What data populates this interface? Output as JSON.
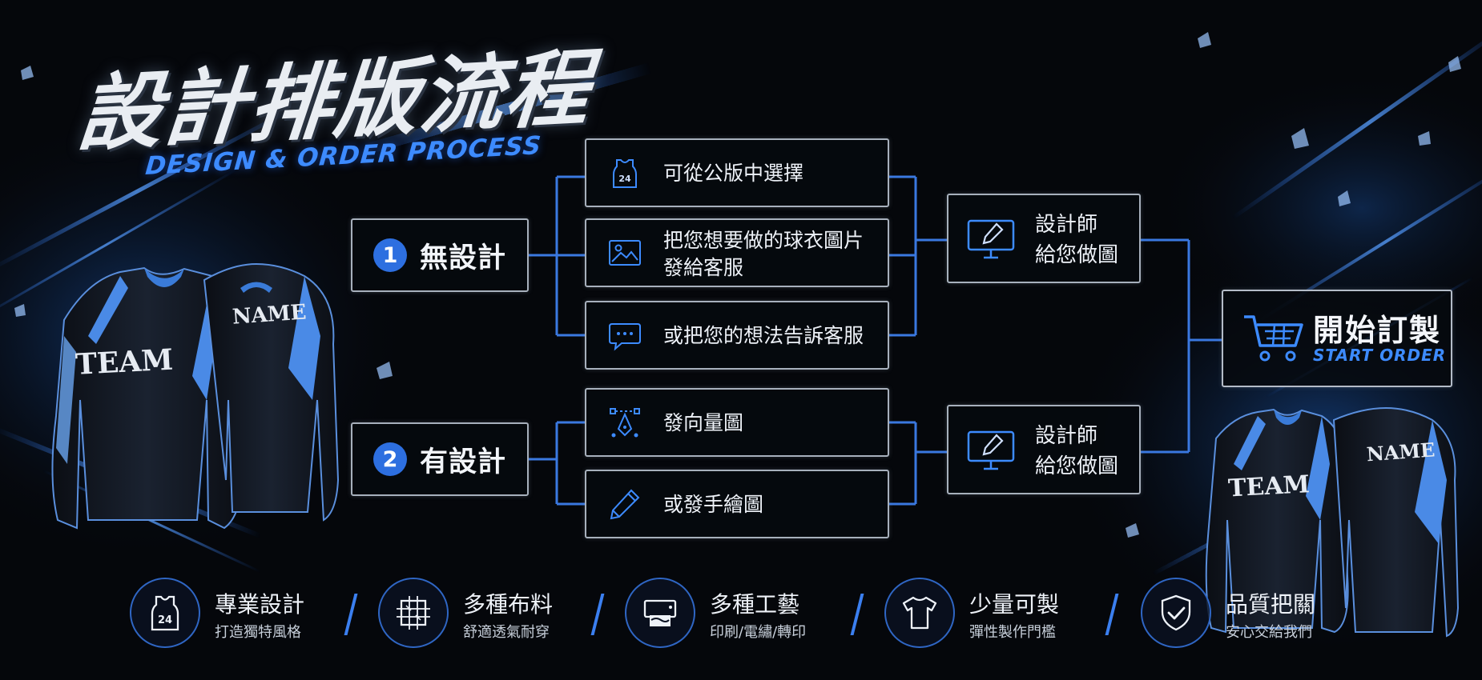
{
  "title": "設計排版流程",
  "subtitle": "DESIGN & ORDER PROCESS",
  "jerseys": {
    "front_text": "TEAM",
    "back_text": "NAME"
  },
  "steps": [
    {
      "number": "1",
      "label": "無設計"
    },
    {
      "number": "2",
      "label": "有設計"
    }
  ],
  "options": [
    {
      "icon": "jersey-24-icon",
      "badge": "24",
      "lines": [
        "可從公版中選擇"
      ]
    },
    {
      "icon": "image-icon",
      "lines": [
        "把您想要做的球衣圖片",
        "發給客服"
      ]
    },
    {
      "icon": "chat-bubble-icon",
      "lines": [
        "或把您的想法告訴客服"
      ]
    },
    {
      "icon": "vector-pen-icon",
      "lines": [
        "發向量圖"
      ]
    },
    {
      "icon": "pencil-icon",
      "lines": [
        "或發手繪圖"
      ]
    }
  ],
  "designer": {
    "icon": "monitor-pen-icon",
    "line1": "設計師",
    "line2": "給您做圖"
  },
  "start_order": {
    "icon": "cart-icon",
    "label": "開始訂製",
    "sublabel": "START ORDER"
  },
  "features": [
    {
      "icon": "jersey-24-icon",
      "badge": "24",
      "title": "專業設計",
      "subtitle": "打造獨特風格"
    },
    {
      "icon": "fabric-grid-icon",
      "title": "多種布料",
      "subtitle": "舒適透氣耐穿"
    },
    {
      "icon": "printer-icon",
      "title": "多種工藝",
      "subtitle": "印刷/電繡/轉印"
    },
    {
      "icon": "tshirt-icon",
      "title": "少量可製",
      "subtitle": "彈性製作門檻"
    },
    {
      "icon": "shield-check-icon",
      "title": "品質把關",
      "subtitle": "安心交給我們"
    }
  ],
  "colors": {
    "accent": "#2d6fe0",
    "accent_light": "#3d8bff",
    "line": "#3a78e0",
    "border": "#a7b0bc",
    "background": "#05070b"
  }
}
